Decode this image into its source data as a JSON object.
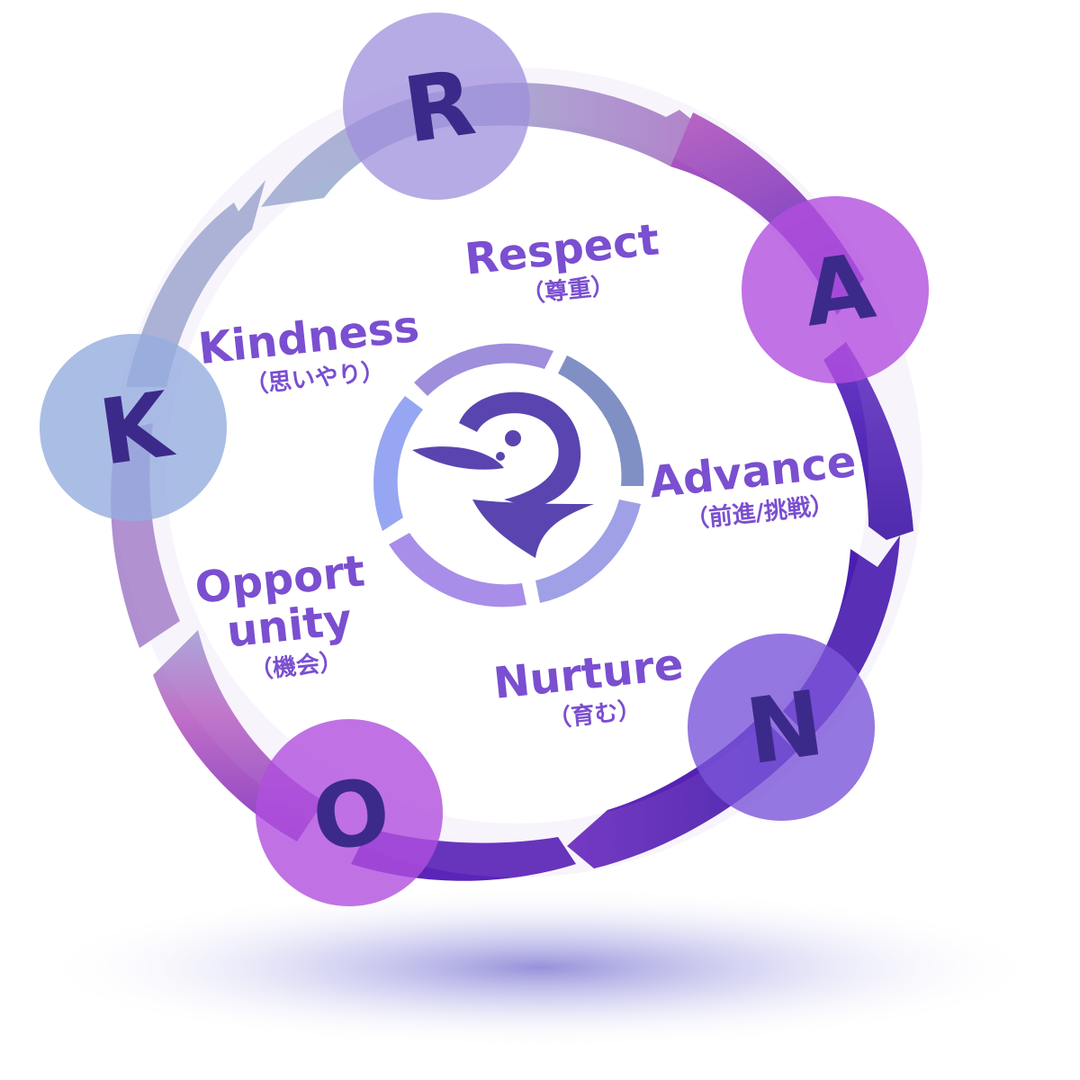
{
  "nodes": [
    {
      "letter": "R",
      "word": "Respect",
      "sub": "（尊重）",
      "color": "#a08fdc"
    },
    {
      "letter": "A",
      "word": "Advance",
      "sub": "（前進/挑戦）",
      "color": "#b455e0"
    },
    {
      "letter": "N",
      "word": "Nurture",
      "sub": "（育む）",
      "color": "#7e58dc"
    },
    {
      "letter": "O",
      "word_line1": "Opport",
      "word_line2": "unity",
      "sub": "（機会）",
      "color": "#b455e0"
    },
    {
      "letter": "K",
      "word": "Kindness",
      "sub": "（思いやり）",
      "color": "#97b0de"
    }
  ],
  "colors": {
    "text": "#7a4fd0",
    "letter": "#3c2a8a",
    "logo": "#5a45b0",
    "ring_light": "#a8b4d6",
    "ring_dark": "#4a1fb0"
  },
  "center_logo": {
    "icon": "bird-logo-icon"
  }
}
